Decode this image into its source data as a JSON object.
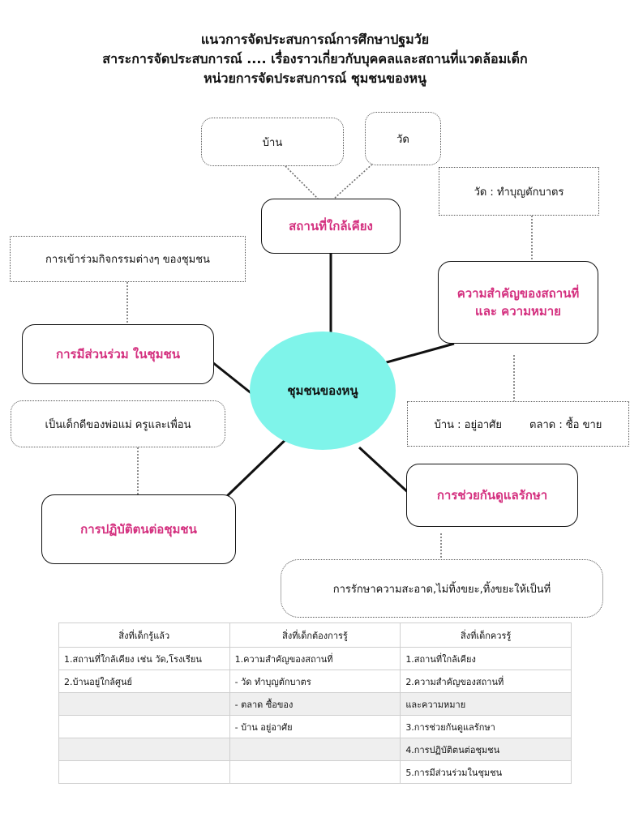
{
  "header": {
    "line1": "แนวการจัดประสบการณ์การศึกษาปฐมวัย",
    "line2": "สาระการจัดประสบการณ์ .... เรื่องราวเกี่ยวกับบุคคลและสถานที่แวดล้อมเด็ก",
    "line3": "หน่วยการจัดประสบการณ์ ชุมชนของหนู"
  },
  "diagram": {
    "center": "ชุมชนของหนู",
    "nearby_places": "สถานที่ใกล้เคียง",
    "home": "บ้าน",
    "temple": "วัด",
    "importance_line1": "ความสำคัญของสถานที่",
    "importance_line2": "และ ความหมาย",
    "temple_meaning": "วัด : ทำบุญตักบาตร",
    "home_meaning": "บ้าน : อยู่อาศัย",
    "market_meaning": "ตลาด : ซื้อ ขาย",
    "participation": "การมีส่วนร่วม ในชุมชน",
    "participation_detail": "การเข้าร่วมกิจกรรมต่างๆ ของชุมชน",
    "good_child": "เป็นเด็กดีของพ่อแม่ ครูและเพื่อน",
    "conduct": "การปฏิบัติตนต่อชุมชน",
    "care": "การช่วยกันดูแลรักษา",
    "care_detail": "การรักษาความสะอาด,ไม่ทิ้งขยะ,ทิ้งขยะให้เป็นที่"
  },
  "table": {
    "headers": [
      "สิ่งที่เด็กรู้แล้ว",
      "สิ่งที่เด็กต้องการรู้",
      "สิ่งที่เด็กควรรู้"
    ],
    "rows": [
      [
        "1.สถานที่ใกล้เคียง เช่น วัด,โรงเรียน",
        "1.ความสำคัญของสถานที่",
        "1.สถานที่ใกล้เคียง"
      ],
      [
        "2.บ้านอยู่ใกล้ศูนย์",
        "- วัด ทำบุญตักบาตร",
        "2.ความสำคัญของสถานที่"
      ],
      [
        "",
        "- ตลาด ซื้อของ",
        "และความหมาย"
      ],
      [
        "",
        "- บ้าน อยู่อาศัย",
        "3.การช่วยกันดูแลรักษา"
      ],
      [
        "",
        "",
        "4.การปฏิบัติตนต่อชุมชน"
      ],
      [
        "",
        "",
        "5.การมีส่วนร่วมในชุมชน"
      ]
    ]
  }
}
